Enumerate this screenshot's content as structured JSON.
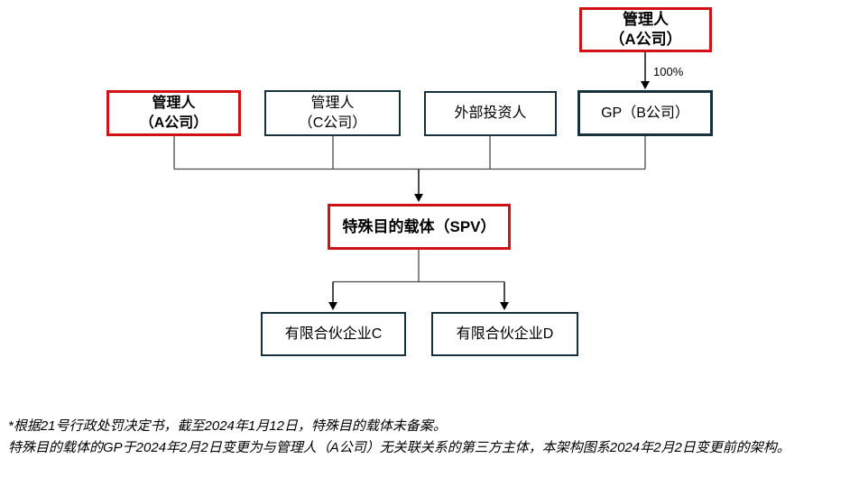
{
  "colors": {
    "red": "#d01217",
    "teal": "#16323e",
    "line": "#4a4a4a",
    "arrow": "#000000",
    "text": "#000000"
  },
  "nodes": {
    "manager_a_top": {
      "line1": "管理人",
      "line2": "（A公司）"
    },
    "manager_a": {
      "line1": "管理人",
      "line2": "（A公司）"
    },
    "manager_c": {
      "line1": "管理人",
      "line2": "（C公司）"
    },
    "external_investor": {
      "label": "外部投资人"
    },
    "gp_b": {
      "label": "GP（B公司）"
    },
    "spv": {
      "label": "特殊目的载体（SPV）"
    },
    "lp_c": {
      "label": "有限合伙企业C"
    },
    "lp_d": {
      "label": "有限合伙企业D"
    }
  },
  "edge_labels": {
    "ownership": "100%"
  },
  "footnotes": [
    "*根据21号行政处罚决定书，截至2024年1月12日，特殊目的载体未备案。",
    "特殊目的载体的GP于2024年2月2日变更为与管理人（A公司）无关联关系的第三方主体，本架构图系2024年2月2日变更前的架构。"
  ]
}
